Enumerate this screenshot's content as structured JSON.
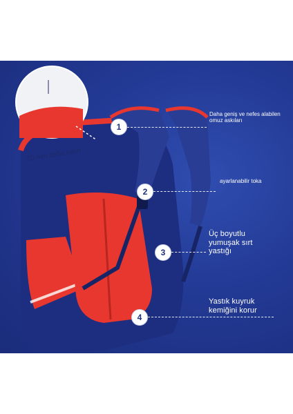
{
  "callouts": {
    "zoom": "10 mm daha kalın",
    "c1": "Daha geniş ve nefes alabilen omuz askıları",
    "c2": "ayarlanabilir toka",
    "c3_line1": "Üç boyutlu",
    "c3_line2": "yumuşak sırt",
    "c3_line3": "yastığı",
    "c4_line1": "Yastık kuyruk",
    "c4_line2": "kemiğini korur"
  },
  "markers": [
    "1",
    "2",
    "3",
    "4"
  ],
  "colors": {
    "navy": "#1f2f7a",
    "red": "#e8372f",
    "background": "#233a95"
  }
}
